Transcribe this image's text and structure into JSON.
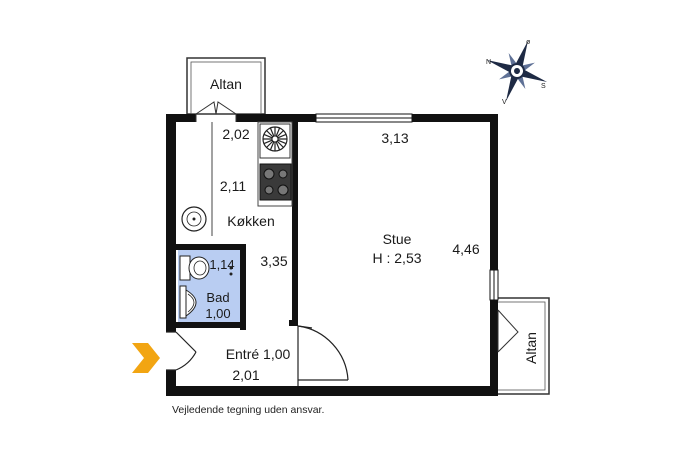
{
  "plan": {
    "balcony_top": "Altan",
    "balcony_right": "Altan",
    "dim_kitchen_width": "2,02",
    "dim_kitchen_length": "2,11",
    "kitchen": "Køkken",
    "dim_hall_length": "3,35",
    "living_width": "3,13",
    "living_name": "Stue",
    "living_height": "H : 2,53",
    "living_length": "4,46",
    "bath_dim_top": "1,14",
    "bath_name": "Bad",
    "bath_dim_bottom": "1,00",
    "entry_label": "Entré 1,00",
    "entry_dim": "2,01"
  },
  "compass": {
    "north": "N",
    "south": "S",
    "east": "ø",
    "west": "V"
  },
  "disclaimer": "Vejledende tegning uden ansvar.",
  "colors": {
    "wall": "#111111",
    "bathroom_fill": "#b9cdf2",
    "entry_arrow": "#f2a512",
    "compass_dark": "#1e2a44"
  },
  "icons": [
    "entry-arrow-icon",
    "compass-icon",
    "fan-icon",
    "stove-icon",
    "sink-icon",
    "toilet-icon",
    "washbasin-icon"
  ]
}
